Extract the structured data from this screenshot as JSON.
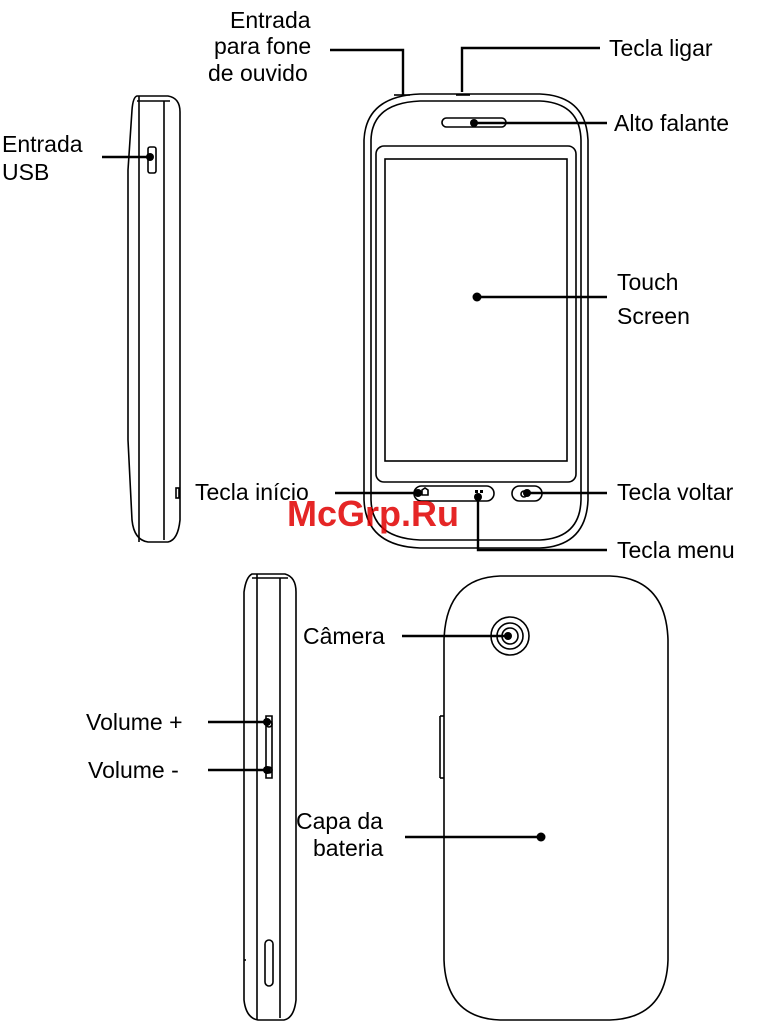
{
  "watermark": "McGrp.Ru",
  "labels": {
    "headphone": [
      "Entrada",
      "para fone",
      "de ouvido"
    ],
    "power": "Tecla ligar",
    "speaker": "Alto falante",
    "touch": [
      "Touch",
      "Screen"
    ],
    "usb": [
      "Entrada",
      "USB"
    ],
    "home": "Tecla início",
    "back": "Tecla voltar",
    "menu": "Tecla menu",
    "camera": "Câmera",
    "volume_up": "Volume +",
    "volume_down": "Volume -",
    "battery": [
      "Capa da",
      "bateria"
    ]
  },
  "colors": {
    "line": "#000000",
    "watermark": "#e00000"
  }
}
